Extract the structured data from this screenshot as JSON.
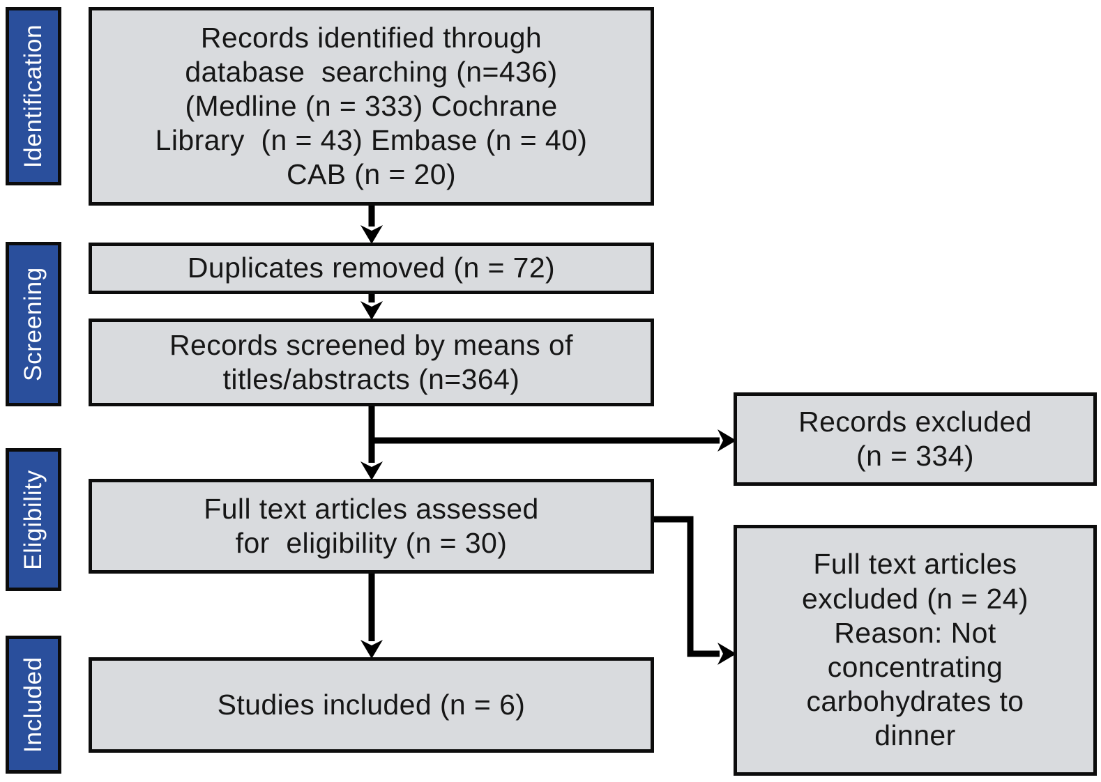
{
  "stages": [
    {
      "label": "Identification"
    },
    {
      "label": "Screening"
    },
    {
      "label": "Eligibility"
    },
    {
      "label": "Included"
    }
  ],
  "boxes": {
    "identified": {
      "lines": [
        "Records identified through",
        "database  searching (n=436)",
        "(Medline (n = 333) Cochrane",
        "Library  (n = 43) Embase (n = 40)",
        "CAB (n = 20)"
      ]
    },
    "duplicates": {
      "lines": [
        "Duplicates removed (n = 72)"
      ]
    },
    "screened": {
      "lines": [
        "Records screened by means of",
        "titles/abstracts (n=364)"
      ]
    },
    "fulltext": {
      "lines": [
        "Full text articles assessed",
        "for  eligibility (n = 30)"
      ]
    },
    "included": {
      "lines": [
        "Studies included (n = 6)"
      ]
    },
    "records_excluded": {
      "lines": [
        "Records excluded",
        "(n = 334)"
      ]
    },
    "fulltext_excluded": {
      "lines": [
        "Full text articles",
        "excluded (n = 24)",
        "Reason: Not",
        "concentrating",
        "carbohydrates to",
        "dinner"
      ]
    }
  },
  "counts": {
    "records_identified": 436,
    "medline": 333,
    "cochrane_library": 43,
    "embase": 40,
    "cab": 20,
    "duplicates_removed": 72,
    "records_screened": 364,
    "records_excluded": 334,
    "fulltext_assessed": 30,
    "fulltext_excluded": 24,
    "studies_included": 6
  },
  "colors": {
    "stage_fill": "#2A4F9C",
    "stage_text": "#FFFFFF",
    "box_fill": "#D9DBDE",
    "box_text": "#161616",
    "border": "#0C0C0C",
    "arrow": "#000000"
  }
}
